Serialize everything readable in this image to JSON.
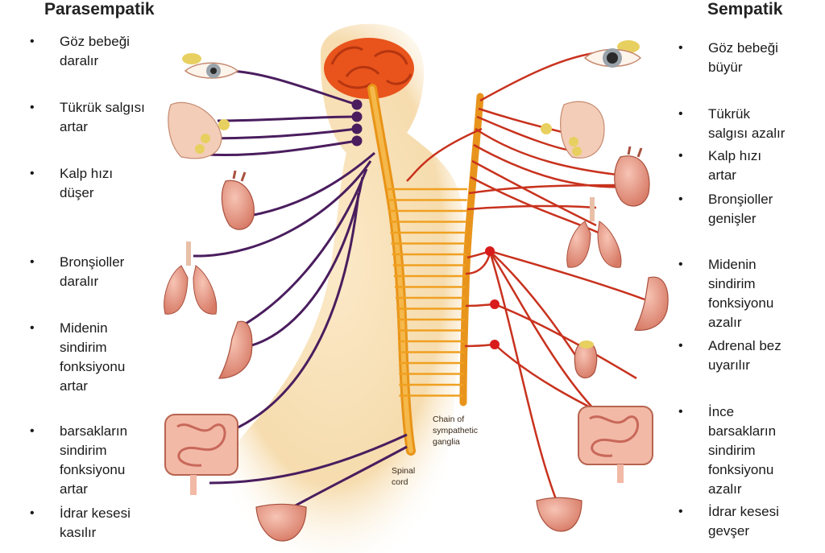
{
  "titles": {
    "left": "Parasempatik",
    "right": "Sempatik"
  },
  "parasympathetic": {
    "items": [
      "Göz bebeği\ndaralır",
      "Tükrük salgısı\nartar",
      "Kalp hızı\ndüşer",
      "Bronşioller\ndaralır",
      "Midenin\nsindirim\nfonksiyonu\nartar",
      "barsakların\nsindirim\nfonksiyonu\nartar",
      "İdrar kesesi\nkasılır"
    ]
  },
  "sympathetic": {
    "items": [
      "Göz bebeği\nbüyür",
      "Tükrük\nsalgısı azalır",
      "Kalp hızı\nartar",
      "Bronşioller\ngenişler",
      "Midenin\nsindirim\nfonksiyonu\nazalır",
      "Adrenal bez\nuyarılır",
      "İnce\nbarsakların\nsindirim\nfonksiyonu\nazalır",
      "İdrar kesesi\ngevşer"
    ]
  },
  "figure_labels": {
    "chain_line1": "Chain of",
    "chain_line2": "sympathetic",
    "chain_line3": "ganglia",
    "spinal_line1": "Spinal",
    "spinal_line2": "cord"
  },
  "colors": {
    "parasympathetic_nerve": "#4a1d5e",
    "sympathetic_nerve": "#c8321e",
    "spinal_cord": "#f0a020",
    "brain": "#e8541c",
    "body_silhouette": "#f7e3c0",
    "organ": "#e99a8a",
    "ganglion_dot": "#d81c1c"
  }
}
